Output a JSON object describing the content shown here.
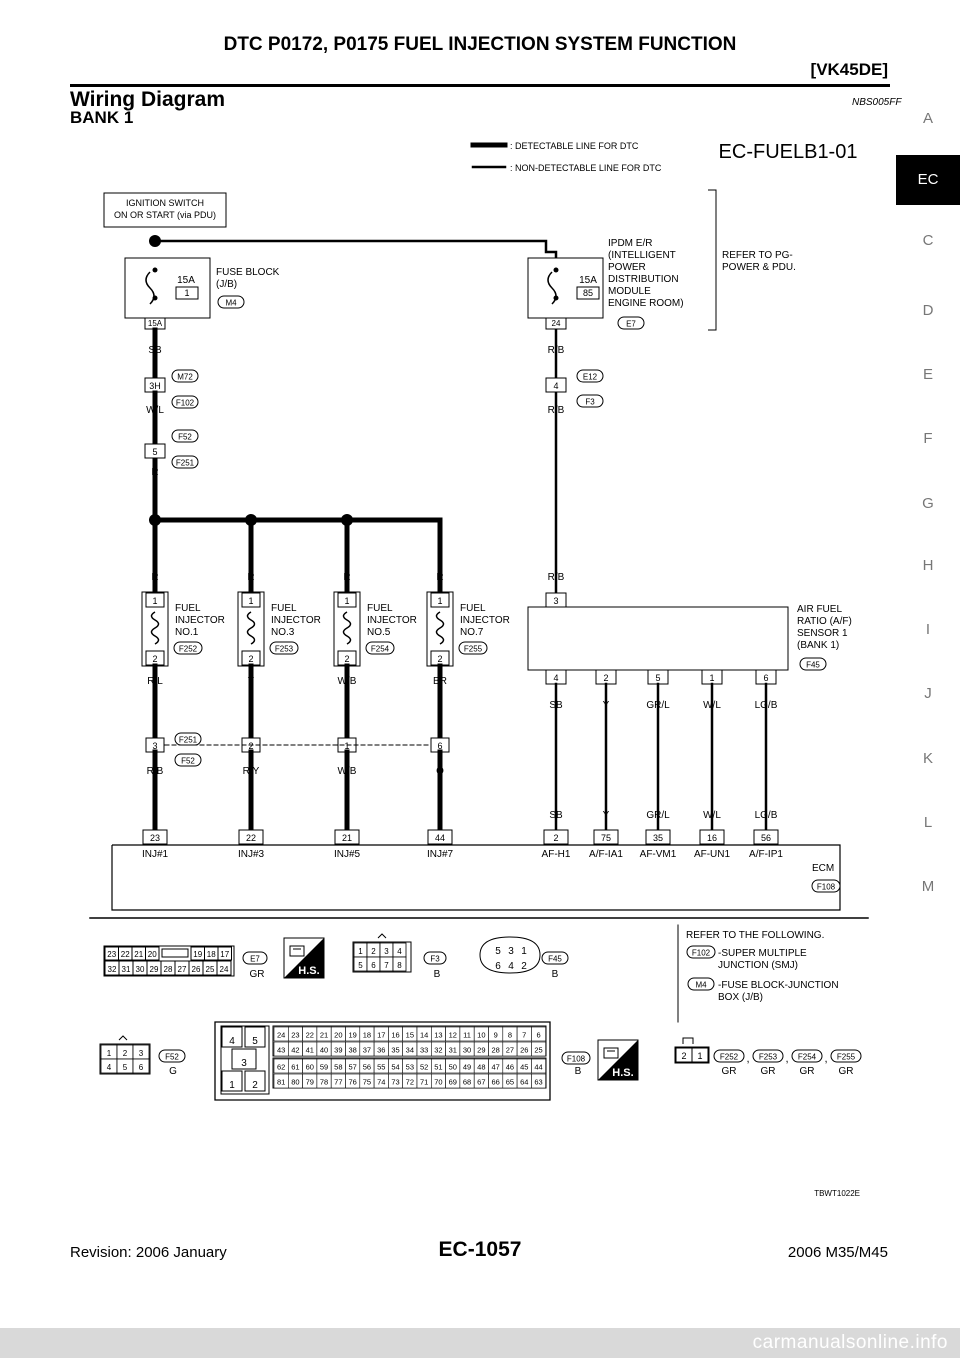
{
  "header": {
    "title": "DTC P0172, P0175 FUEL INJECTION SYSTEM FUNCTION",
    "model": "[VK45DE]"
  },
  "section": {
    "title": "Wiring Diagram",
    "code": "NBS005FF",
    "subtitle": "BANK 1"
  },
  "side_index": [
    "A",
    "EC",
    "C",
    "D",
    "E",
    "F",
    "G",
    "H",
    "I",
    "J",
    "K",
    "L",
    "M"
  ],
  "side_index_active": "EC",
  "diagram": {
    "id": "EC-FUELB1-01",
    "legend_detectable": ": DETECTABLE LINE FOR DTC",
    "legend_non_detectable": ": NON-DETECTABLE LINE FOR DTC",
    "ignition_switch": [
      "IGNITION SWITCH",
      "ON OR START (via PDU)"
    ],
    "fuse_block": {
      "amps": "15A",
      "number": "1",
      "terminal": "15A",
      "label": [
        "FUSE BLOCK",
        "(J/B)"
      ],
      "connector": "M4"
    },
    "ipdm": {
      "amps": "15A",
      "number": "85",
      "terminal": "24",
      "label": [
        "IPDM E/R",
        "(INTELLIGENT",
        "POWER",
        "DISTRIBUTION",
        "MODULE",
        "ENGINE ROOM)"
      ],
      "connector": "E7"
    },
    "refer_pg": [
      "REFER TO PG-",
      "POWER & PDU."
    ],
    "left_chain": {
      "wire_top": "SB",
      "junction1": {
        "pin": "3H",
        "connectors": [
          "M72",
          "F102"
        ],
        "wire": "W/L"
      },
      "junction2": {
        "pin": "5",
        "connectors": [
          "F52",
          "F251"
        ],
        "wire": "R"
      }
    },
    "right_chain": {
      "wire_top": "R/B",
      "junction": {
        "pin": "4",
        "connectors": [
          "E12",
          "F3"
        ],
        "wire": "R/B"
      },
      "wire_bottom": "R/B"
    },
    "injectors": [
      {
        "wire_in": "R",
        "pin_top": "1",
        "pin_bottom": "2",
        "label": [
          "FUEL",
          "INJECTOR",
          "NO.1"
        ],
        "connector": "F252",
        "wire_out": "R/L",
        "jpin": "3",
        "wire_low": "R/B",
        "ecm_pin": "23",
        "ecm_label": "INJ#1"
      },
      {
        "wire_in": "R",
        "pin_top": "1",
        "pin_bottom": "2",
        "label": [
          "FUEL",
          "INJECTOR",
          "NO.3"
        ],
        "connector": "F253",
        "wire_out": "Y",
        "jpin": "2",
        "wire_low": "R/Y",
        "ecm_pin": "22",
        "ecm_label": "INJ#3"
      },
      {
        "wire_in": "R",
        "pin_top": "1",
        "pin_bottom": "2",
        "label": [
          "FUEL",
          "INJECTOR",
          "NO.5"
        ],
        "connector": "F254",
        "wire_out": "W/B",
        "jpin": "1",
        "wire_low": "W/B",
        "ecm_pin": "21",
        "ecm_label": "INJ#5"
      },
      {
        "wire_in": "R",
        "pin_top": "1",
        "pin_bottom": "2",
        "label": [
          "FUEL",
          "INJECTOR",
          "NO.7"
        ],
        "connector": "F255",
        "wire_out": "BR",
        "jpin": "6",
        "wire_low": "O",
        "ecm_pin": "44",
        "ecm_label": "INJ#7"
      }
    ],
    "injector_junction_connectors": [
      "F251",
      "F52"
    ],
    "af_sensor": {
      "label": [
        "AIR FUEL",
        "RATIO (A/F)",
        "SENSOR 1",
        "(BANK 1)"
      ],
      "connector": "F45",
      "pin_top": "3",
      "pins": [
        {
          "pin": "4",
          "wire": "SB",
          "ecm_pin": "2",
          "ecm_label": "AF-H1"
        },
        {
          "pin": "2",
          "wire": "Y",
          "ecm_pin": "75",
          "ecm_label": "A/F-IA1"
        },
        {
          "pin": "5",
          "wire": "GR/L",
          "ecm_pin": "35",
          "ecm_label": "AF-VM1"
        },
        {
          "pin": "1",
          "wire": "W/L",
          "ecm_pin": "16",
          "ecm_label": "AF-UN1"
        },
        {
          "pin": "6",
          "wire": "LG/B",
          "ecm_pin": "56",
          "ecm_label": "A/F-IP1"
        }
      ]
    },
    "ecm": {
      "label": "ECM",
      "connector": "F108"
    },
    "connectors": {
      "e7": {
        "id": "E7",
        "color": "GR",
        "rows": [
          [
            "23",
            "22",
            "21",
            "20",
            "",
            "19",
            "18",
            "17"
          ],
          [
            "32",
            "31",
            "30",
            "29",
            "28",
            "27",
            "26",
            "25",
            "24"
          ]
        ]
      },
      "f3": {
        "id": "F3",
        "color": "B",
        "rows": [
          [
            "1",
            "2",
            "3",
            "4"
          ],
          [
            "5",
            "6",
            "7",
            "8"
          ]
        ]
      },
      "f45": {
        "id": "F45",
        "color": "B",
        "rows": [
          [
            "5",
            "3",
            "1"
          ],
          [
            "6",
            "4",
            "2"
          ]
        ]
      },
      "f52": {
        "id": "F52",
        "color": "G",
        "rows": [
          [
            "1",
            "2",
            "3"
          ],
          [
            "4",
            "5",
            "6"
          ]
        ]
      },
      "f108": {
        "id": "F108",
        "color": "B",
        "left": [
          [
            "4",
            "5"
          ],
          [
            "3"
          ],
          [
            "1",
            "2"
          ]
        ],
        "rows": [
          [
            "24",
            "23",
            "22",
            "21",
            "20",
            "19",
            "18",
            "17",
            "16",
            "15",
            "14",
            "13",
            "12",
            "11",
            "10",
            "9",
            "8",
            "7",
            "6"
          ],
          [
            "43",
            "42",
            "41",
            "40",
            "39",
            "38",
            "37",
            "36",
            "35",
            "34",
            "33",
            "32",
            "31",
            "30",
            "29",
            "28",
            "27",
            "26",
            "25"
          ],
          [
            "62",
            "61",
            "60",
            "59",
            "58",
            "57",
            "56",
            "55",
            "54",
            "53",
            "52",
            "51",
            "50",
            "49",
            "48",
            "47",
            "46",
            "45",
            "44"
          ],
          [
            "81",
            "80",
            "79",
            "78",
            "77",
            "76",
            "75",
            "74",
            "73",
            "72",
            "71",
            "70",
            "69",
            "68",
            "67",
            "66",
            "65",
            "64",
            "63"
          ]
        ]
      },
      "injector": {
        "pins": [
          "2",
          "1"
        ],
        "items": [
          {
            "id": "F252",
            "color": "GR"
          },
          {
            "id": "F253",
            "color": "GR"
          },
          {
            "id": "F254",
            "color": "GR"
          },
          {
            "id": "F255",
            "color": "GR"
          }
        ]
      }
    },
    "hs_badge": "H.S.",
    "refer_following": {
      "title": "REFER TO THE FOLLOWING.",
      "items": [
        {
          "id": "F102",
          "text": [
            "-SUPER MULTIPLE",
            "JUNCTION (SMJ)"
          ]
        },
        {
          "id": "M4",
          "text": [
            "-FUSE BLOCK-JUNCTION",
            "BOX (J/B)"
          ]
        }
      ]
    },
    "figure_code": "TBWT1022E"
  },
  "footer": {
    "revision": "Revision: 2006 January",
    "page": "EC-1057",
    "model": "2006 M35/M45"
  },
  "watermark": "carmanualsonline.info"
}
